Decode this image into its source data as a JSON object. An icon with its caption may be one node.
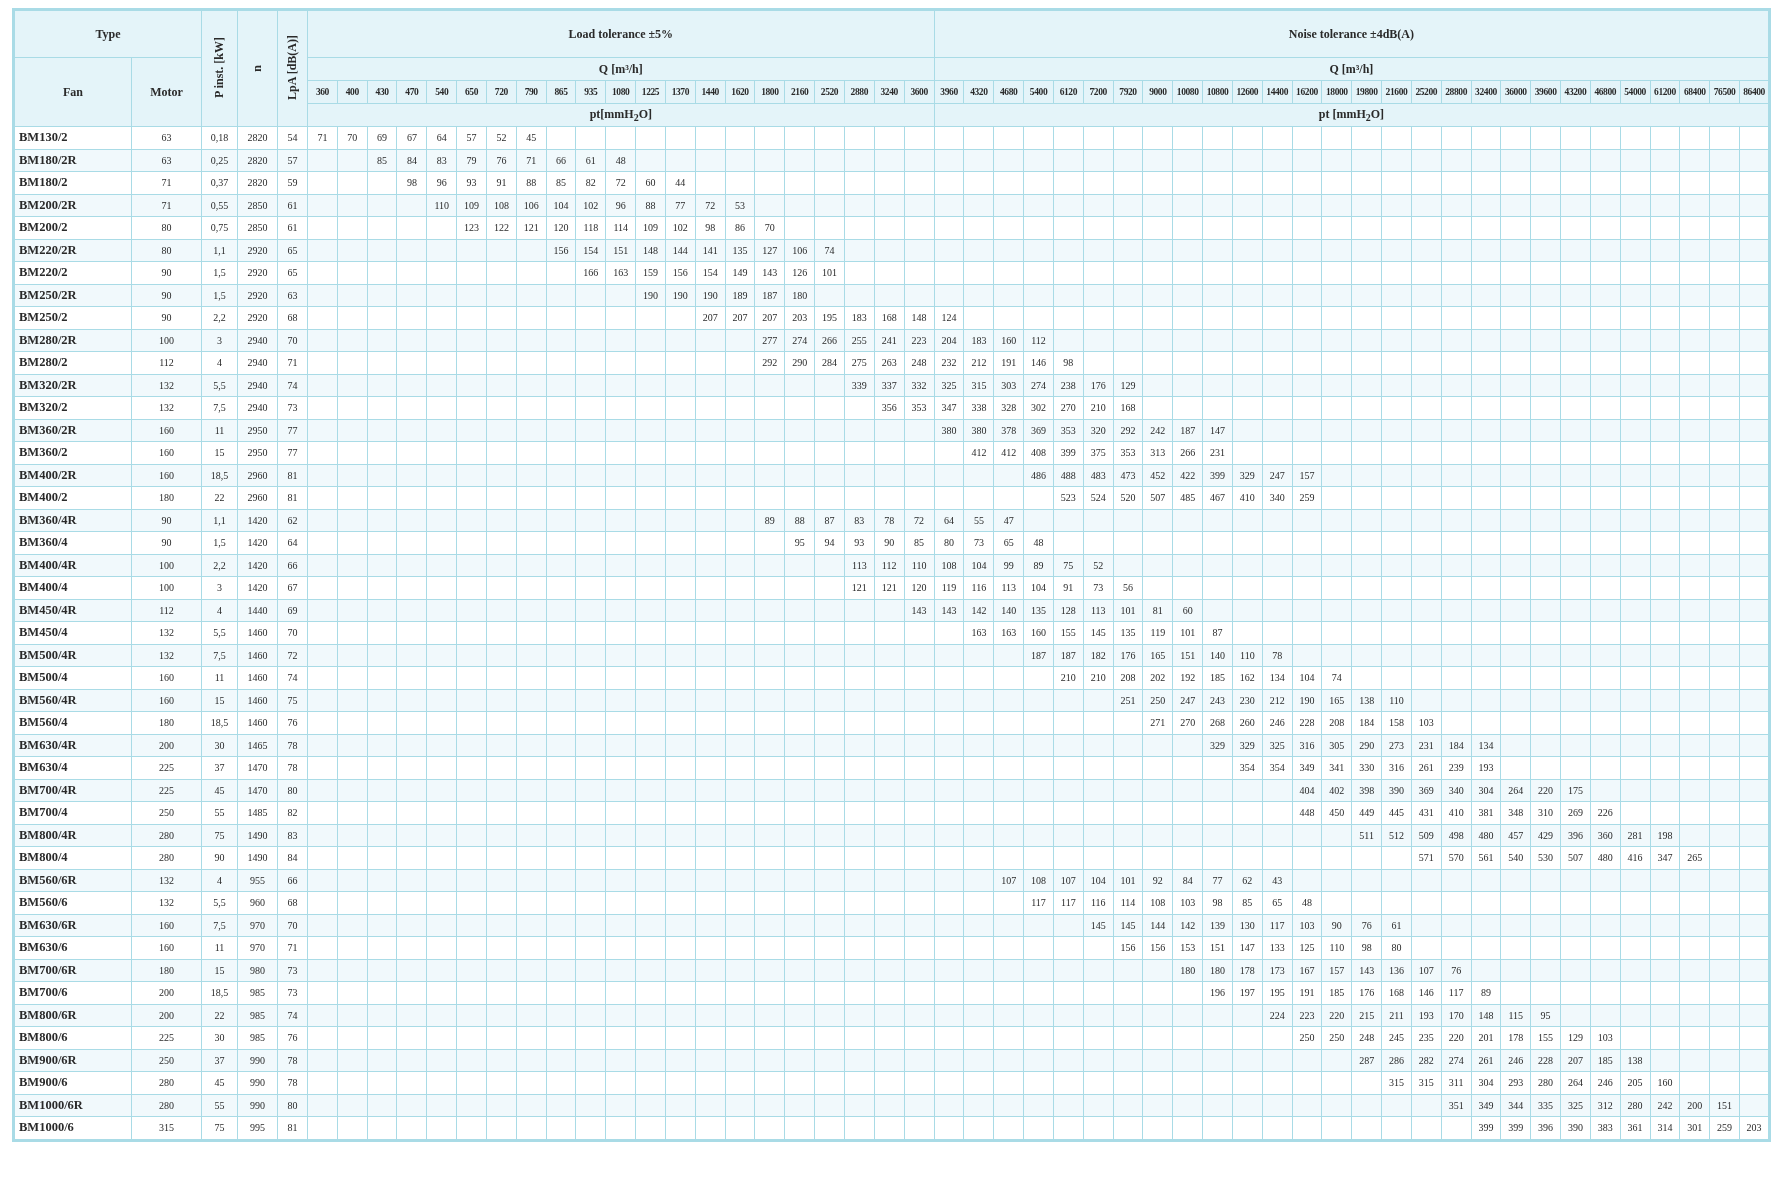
{
  "diagram": {
    "labels": [
      "Type",
      "P inst. [kW]",
      "n",
      "LpA [dB(A)]",
      "Load tolerance ±5%",
      "Noise tolerance ±4dB(A)",
      "Fan",
      "Motor",
      "Q [m³/h]",
      "Q [m³/h]",
      "360",
      "400",
      "430",
      "470",
      "540",
      "650",
      "720",
      "790",
      "865",
      "935",
      "1080",
      "1225",
      "1370",
      "1440",
      "1620",
      "1800",
      "2160",
      "2520",
      "2880",
      "3240",
      "3600",
      "3960",
      "4320",
      "4680",
      "5400",
      "6120",
      "7200",
      "7920",
      "9000",
      "10080",
      "10800",
      "12600",
      "14400",
      "16200",
      "18000",
      "19800",
      "21600",
      "25200",
      "28800",
      "32400",
      "36000",
      "39600",
      "43200",
      "46800",
      "54000",
      "61200",
      "68400",
      "76500",
      "86400",
      "pt[mmH$_{2}$O]",
      "pt [mmH$_{2}$O]",
      "BM130/2",
      "63",
      "0,18",
      "2820",
      "54",
      "71",
      "70",
      "69",
      "67",
      "64",
      "57",
      "52",
      "45",
      "BM180/2R",
      "63",
      "0,25",
      "2820",
      "57",
      "85",
      "84",
      "83",
      "79",
      "76",
      "71",
      "66",
      "61",
      "48",
      "BM180/2",
      "71",
      "0,37",
      "2820",
      "59",
      "98",
      "96",
      "93",
      "91",
      "88",
      "85",
      "82",
      "72",
      "60",
      "44",
      "BM200/2R",
      "71",
      "0,55",
      "2850",
      "61",
      "110",
      "109",
      "108",
      "106",
      "104",
      "102",
      "96",
      "88",
      "77",
      "72",
      "53",
      "BM200/2",
      "80",
      "0,75",
      "2850",
      "61",
      "123",
      "122",
      "121",
      "120",
      "118",
      "114",
      "109",
      "102",
      "98",
      "86",
      "70",
      "BM220/2R",
      "80",
      "1,1",
      "2920",
      "65",
      "156",
      "154",
      "151",
      "148",
      "144",
      "141",
      "135",
      "127",
      "106",
      "74",
      "BM220/2",
      "90",
      "1,5",
      "2920",
      "65",
      "166",
      "163",
      "159",
      "156",
      "154",
      "149",
      "143",
      "126",
      "101",
      "BM250/2R",
      "90",
      "1,5",
      "2920",
      "63",
      "190",
      "190",
      "190",
      "189",
      "187",
      "180",
      "BM250/2",
      "90",
      "2,2",
      "2920",
      "68",
      "207",
      "207",
      "207",
      "203",
      "195",
      "183",
      "168",
      "148",
      "124",
      "BM280/2R",
      "100",
      "3",
      "2940",
      "70",
      "277",
      "274",
      "266",
      "255",
      "241",
      "223",
      "204",
      "183",
      "160",
      "112",
      "BM280/2",
      "112",
      "4",
      "2940",
      "71",
      "292",
      "290",
      "284",
      "275",
      "263",
      "248",
      "232",
      "212",
      "191",
      "146",
      "98",
      "BM320/2R",
      "132",
      "5,5",
      "2940",
      "74",
      "339",
      "337",
      "332",
      "325",
      "315",
      "303",
      "274",
      "238",
      "176",
      "129",
      "BM320/2",
      "132",
      "7,5",
      "2940",
      "73",
      "356",
      "353",
      "347",
      "338",
      "328",
      "302",
      "270",
      "210",
      "168",
      "BM360/2R",
      "160",
      "11",
      "2950",
      "77",
      "380",
      "380",
      "378",
      "369",
      "353",
      "320",
      "292",
      "242",
      "187",
      "147",
      "BM360/2",
      "160",
      "15",
      "2950",
      "77",
      "412",
      "412",
      "408",
      "399",
      "375",
      "353",
      "313",
      "266",
      "231",
      "BM400/2R",
      "160",
      "18,5",
      "2960",
      "81",
      "486",
      "488",
      "483",
      "473",
      "452",
      "422",
      "399",
      "329",
      "247",
      "157",
      "BM400/2",
      "180",
      "22",
      "2960",
      "81",
      "523",
      "524",
      "520",
      "507",
      "485",
      "467",
      "410",
      "340",
      "259",
      "BM360/4R",
      "90",
      "1,1",
      "1420",
      "62",
      "89",
      "88",
      "87",
      "83",
      "78",
      "72",
      "64",
      "55",
      "47",
      "BM360/4",
      "90",
      "1,5",
      "1420",
      "64",
      "95",
      "94",
      "93",
      "90",
      "85",
      "80",
      "73",
      "65",
      "48",
      "BM400/4R",
      "100",
      "2,2",
      "1420",
      "66",
      "113",
      "112",
      "110",
      "108",
      "104",
      "99",
      "89",
      "75",
      "52",
      "BM400/4",
      "100",
      "3",
      "1420",
      "67",
      "121",
      "121",
      "120",
      "119",
      "116",
      "113",
      "104",
      "91",
      "73",
      "56",
      "BM450/4R",
      "112",
      "4",
      "1440",
      "69",
      "143",
      "143",
      "142",
      "140",
      "135",
      "128",
      "113",
      "101",
      "81",
      "60",
      "BM450/4",
      "132",
      "5,5",
      "1460",
      "70",
      "163",
      "163",
      "160",
      "155",
      "145",
      "135",
      "119",
      "101",
      "87",
      "BM500/4R",
      "132",
      "7,5",
      "1460",
      "72",
      "187",
      "187",
      "182",
      "176",
      "165",
      "151",
      "140",
      "110",
      "78",
      "BM500/4",
      "160",
      "11",
      "1460",
      "74",
      "210",
      "210",
      "208",
      "202",
      "192",
      "185",
      "162",
      "134",
      "104",
      "74",
      "BM560/4R",
      "160",
      "15",
      "1460",
      "75",
      "251",
      "250",
      "247",
      "243",
      "230",
      "212",
      "190",
      "165",
      "138",
      "110",
      "BM560/4",
      "180",
      "18,5",
      "1460",
      "76",
      "271",
      "270",
      "268",
      "260",
      "246",
      "228",
      "208",
      "184",
      "158",
      "103",
      "BM630/4R",
      "200",
      "30",
      "1465",
      "78",
      "329",
      "329",
      "325",
      "316",
      "305",
      "290",
      "273",
      "231",
      "184",
      "134",
      "BM630/4",
      "225",
      "37",
      "1470",
      "78",
      "354",
      "354",
      "349",
      "341",
      "330",
      "316",
      "261",
      "239",
      "193",
      "BM700/4R",
      "225",
      "45",
      "1470",
      "80",
      "404",
      "402",
      "398",
      "390",
      "369",
      "340",
      "304",
      "264",
      "220",
      "175",
      "BM700/4",
      "250",
      "55",
      "1485",
      "82",
      "448",
      "450",
      "449",
      "445",
      "431",
      "410",
      "381",
      "348",
      "310",
      "269",
      "226",
      "BM800/4R",
      "280",
      "75",
      "1490",
      "83",
      "511",
      "512",
      "509",
      "498",
      "480",
      "457",
      "429",
      "396",
      "360",
      "281",
      "198",
      "BM800/4",
      "280",
      "90",
      "1490",
      "84",
      "571",
      "570",
      "561",
      "540",
      "530",
      "507",
      "480",
      "416",
      "347",
      "265",
      "BM560/6R",
      "132",
      "4",
      "955",
      "66",
      "107",
      "108",
      "107",
      "104",
      "101",
      "92",
      "84",
      "77",
      "62",
      "43",
      "BM560/6",
      "132",
      "5,5",
      "960",
      "68",
      "117",
      "117",
      "116",
      "114",
      "108",
      "103",
      "98",
      "85",
      "65",
      "48",
      "BM630/6R",
      "160",
      "7,5",
      "970",
      "70",
      "145",
      "145",
      "144",
      "142",
      "139",
      "130",
      "117",
      "103",
      "90",
      "76",
      "61",
      "BM630/6",
      "160",
      "11",
      "970",
      "71",
      "156",
      "156",
      "153",
      "151",
      "147",
      "133",
      "125",
      "110",
      "98",
      "80",
      "BM700/6R",
      "180",
      "15",
      "980",
      "73",
      "180",
      "180",
      "178",
      "173",
      "167",
      "157",
      "143",
      "136",
      "107",
      "76",
      "BM700/6",
      "200",
      "18,5",
      "985",
      "73",
      "196",
      "197",
      "195",
      "191",
      "185",
      "176",
      "168",
      "146",
      "117",
      "89",
      "BM800/6R",
      "200",
      "22",
      "985",
      "74",
      "224",
      "223",
      "220",
      "215",
      "211",
      "193",
      "170",
      "148",
      "115",
      "95",
      "BM800/6",
      "225",
      "30",
      "985",
      "76",
      "250",
      "250",
      "248",
      "245",
      "235",
      "220",
      "201",
      "178",
      "155",
      "129",
      "103",
      "BM900/6R",
      "250",
      "37",
      "990",
      "78",
      "287",
      "286",
      "282",
      "274",
      "261",
      "246",
      "228",
      "207",
      "185",
      "138",
      "BM900/6",
      "280",
      "45",
      "990",
      "78",
      "315",
      "315",
      "311",
      "304",
      "293",
      "280",
      "264",
      "246",
      "205",
      "160",
      "BM1000/6R",
      "280",
      "55",
      "990",
      "80",
      "351",
      "349",
      "344",
      "335",
      "325",
      "312",
      "280",
      "242",
      "200",
      "151",
      "BM1000/6",
      "315",
      "75",
      "995",
      "81",
      "399",
      "399",
      "396",
      "390",
      "383",
      "361",
      "314",
      "301",
      "259",
      "203"
    ]
  }
}
